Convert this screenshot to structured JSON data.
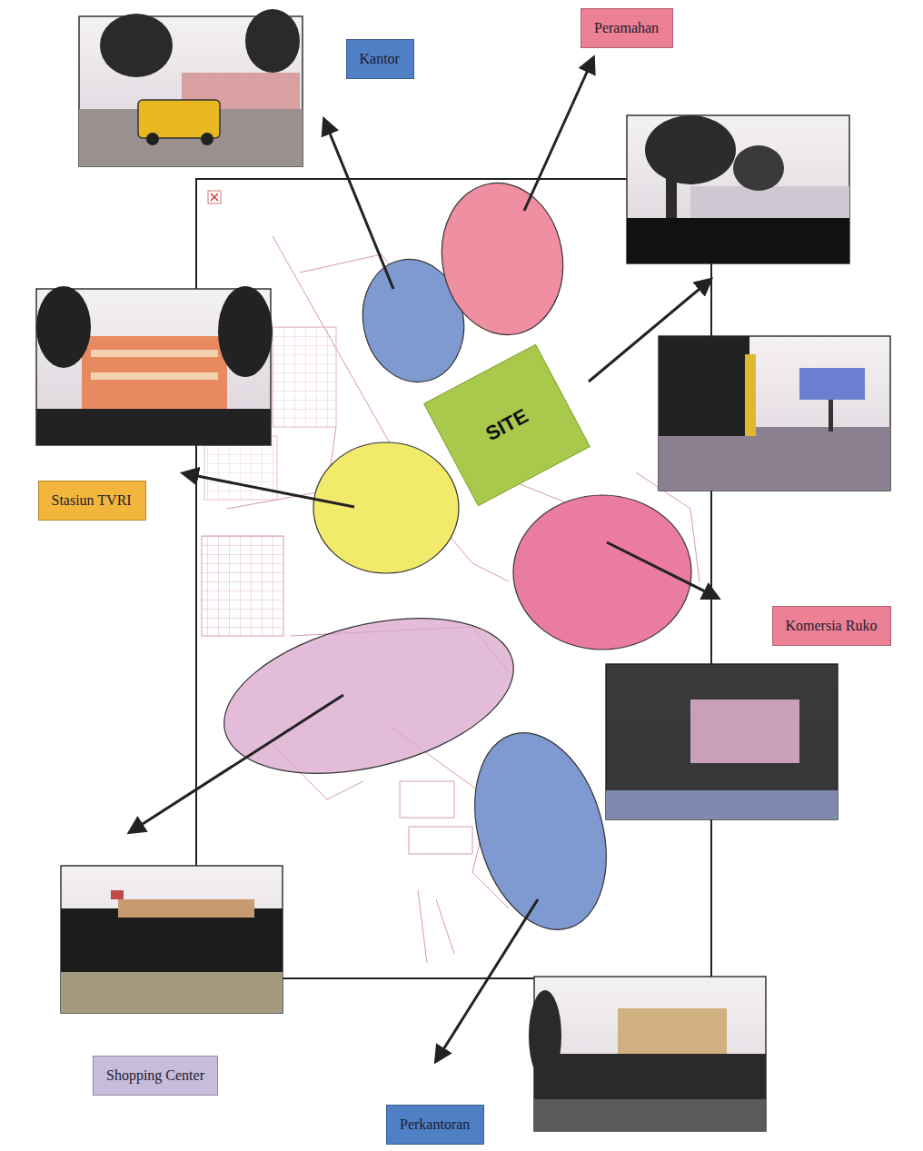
{
  "diagram": {
    "nodes": [
      {
        "text": [
          "Kantor"
        ]
      },
      {
        "text": [
          "Peramahan"
        ]
      },
      {
        "text": [
          "SITE"
        ]
      },
      {
        "text": [
          "Stasiun TVRI"
        ]
      },
      {
        "text": [
          "Komersia  Ruko"
        ]
      },
      {
        "text": [
          "Shopping Center"
        ]
      },
      {
        "text": [
          "Perkantoran"
        ]
      }
    ]
  }
}
